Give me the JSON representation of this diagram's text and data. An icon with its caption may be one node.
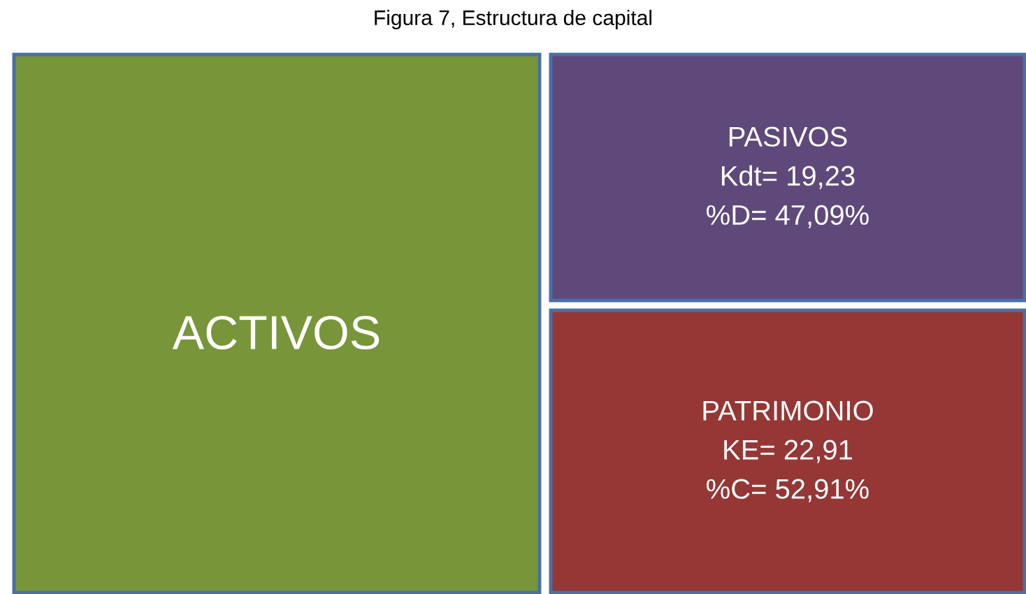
{
  "diagram": {
    "title": "Figura 7, Estructura de capital",
    "nodes": [
      {
        "text": [
          "ACTIVOS"
        ]
      },
      {
        "text": [
          "PASIVOS",
          "Kdt= 19,23",
          "%D= 47,09%"
        ]
      },
      {
        "text": [
          "PATRIMONIO",
          "KE= 22,91",
          "%C= 52,91%"
        ]
      }
    ]
  }
}
